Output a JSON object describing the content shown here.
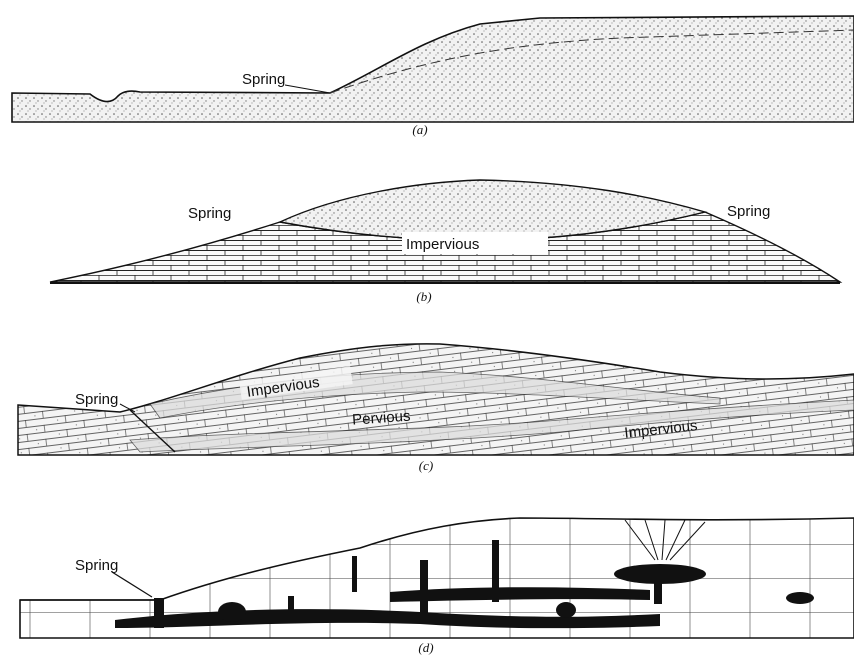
{
  "panels": [
    {
      "caption": "(a)",
      "labels": [
        "Spring"
      ]
    },
    {
      "caption": "(b)",
      "labels": [
        "Spring",
        "Impervious",
        "Spring"
      ]
    },
    {
      "caption": "(c)",
      "labels": [
        "Spring",
        "Impervious",
        "Pervious",
        "Impervious"
      ]
    },
    {
      "caption": "(d)",
      "labels": [
        "Spring"
      ]
    }
  ],
  "colors": {
    "ink": "#111111",
    "background": "#ffffff",
    "stipple": "#bdbdbd"
  }
}
